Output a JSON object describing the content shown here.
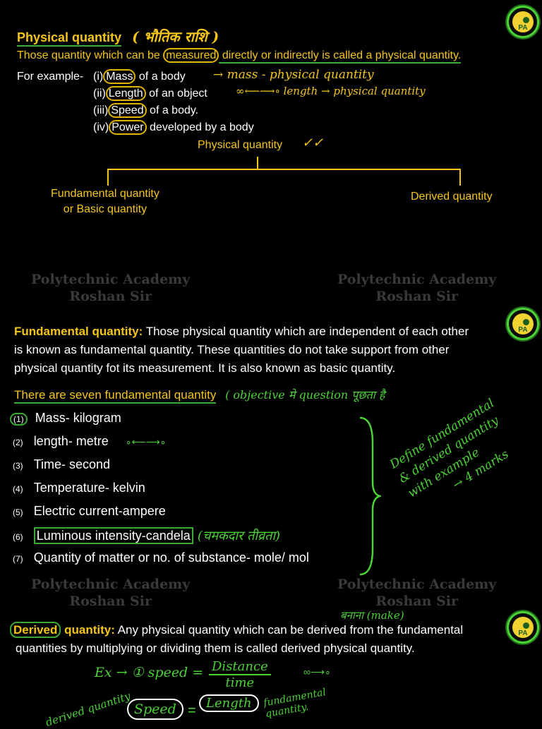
{
  "header": {
    "title": "Physical quantity",
    "title_hindi": "( भौतिक राशि )",
    "definition": [
      "Those quantity which can be ",
      "measured",
      " directly or indirectly is called a physical quantity."
    ],
    "example_label": "For example-",
    "examples": [
      {
        "num": "(i)",
        "key": "Mass",
        "rest": " of a body"
      },
      {
        "num": "(ii)",
        "key": "Length",
        "rest": " of an object"
      },
      {
        "num": "(iii)",
        "key": "Speed",
        "rest": " of a body."
      },
      {
        "num": "(iv)",
        "key": "Power",
        "rest": " developed by a body"
      }
    ],
    "note_mass": "→ mass - physical quantity",
    "note_length": "∞⟵⟶∘ length → physical quantity"
  },
  "tree": {
    "root": "Physical quantity",
    "tick": "✓✓",
    "left_line1": "Fundamental quantity",
    "left_line2": "or Basic quantity",
    "right": "Derived quantity"
  },
  "watermark": {
    "line1": "Polytechnic Academy",
    "line2": "Roshan Sir"
  },
  "logo": {
    "text": "PA"
  },
  "fundamental": {
    "label": "Fundamental quantity:",
    "text1": " Those physical quantity which are independent of each other",
    "text2": "is known as fundamental quantity. These quantities do not take support from other",
    "text3": "physical quantity fot its measurement. It is also known as basic quantity.",
    "seven_heading": "There are seven fundamental quantity",
    "seven_note": "( objective मे question पूछता है",
    "items": [
      {
        "num": "(1)",
        "text": "Mass- kilogram"
      },
      {
        "num": "(2)",
        "text": "length- metre"
      },
      {
        "num": "(3)",
        "text": "Time- second"
      },
      {
        "num": "(4)",
        "text": "Temperature- kelvin"
      },
      {
        "num": "(5)",
        "text": "Electric current-ampere"
      },
      {
        "num": "(6)",
        "text": "Luminous intensity-candela"
      },
      {
        "num": "(7)",
        "text": "Quantity of matter or no. of substance- mole/ mol"
      }
    ],
    "candela_hindi": "(चमकदार तीव्रता)",
    "side_note": [
      "Define fundamental",
      "& derived quantity",
      "with example",
      "→ 4 marks"
    ]
  },
  "derived": {
    "hindi_note": "बनाना (make)",
    "label": "Derived",
    "label_rest": " quantity:",
    "text1": " Any physical quantity which can be derived from the fundamental",
    "text2": "quantities by multiplying or dividing them is called derived physical quantity.",
    "example": "Ex → ① speed =",
    "numerator": "Distance",
    "denominator": "time",
    "bottom_left": "derived quantity",
    "bottom_speed": "Speed",
    "bottom_length": "Length",
    "bottom_note": "fundamental quantity."
  }
}
